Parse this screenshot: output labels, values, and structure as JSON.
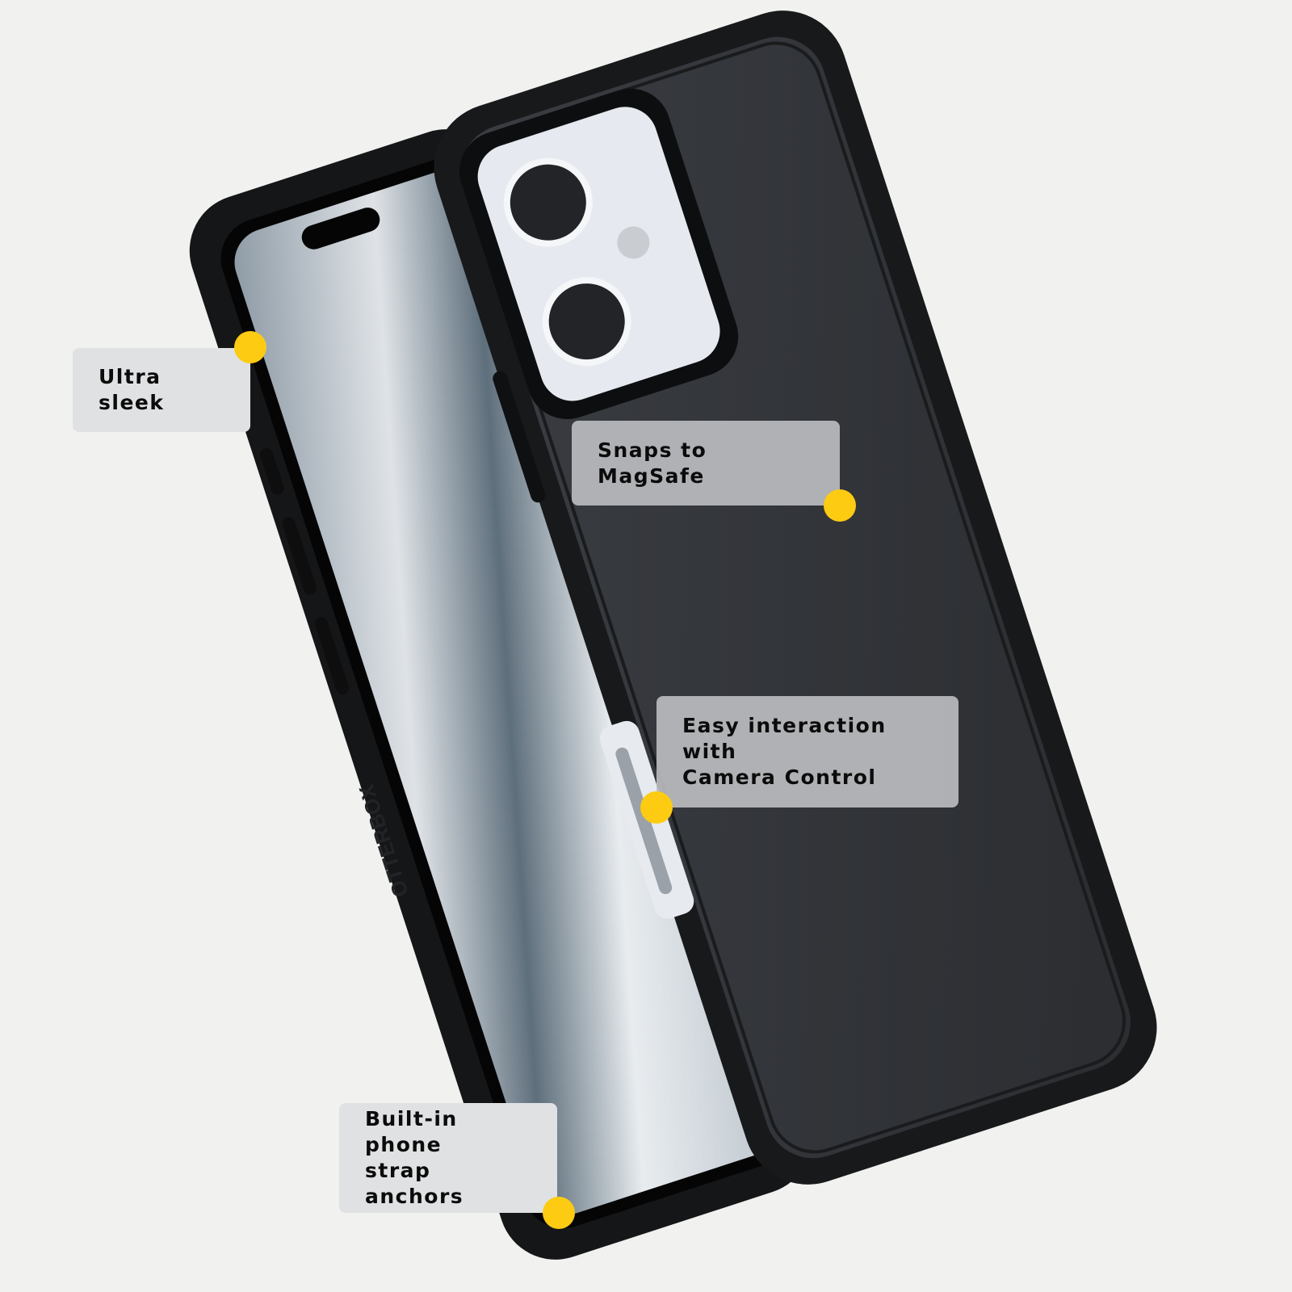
{
  "brand_embossed": "OTTERBOX",
  "colors": {
    "background": "#f1f1ef",
    "marker": "#fccb12",
    "case": "#1c1d1f",
    "case_back": "#34373c"
  },
  "callouts": [
    {
      "lines": [
        "Ultra sleek"
      ]
    },
    {
      "lines": [
        "Snaps to MagSafe"
      ]
    },
    {
      "lines": [
        "Easy interaction with",
        "Camera Control"
      ]
    },
    {
      "lines": [
        "Built-in phone",
        "strap anchors"
      ]
    }
  ]
}
